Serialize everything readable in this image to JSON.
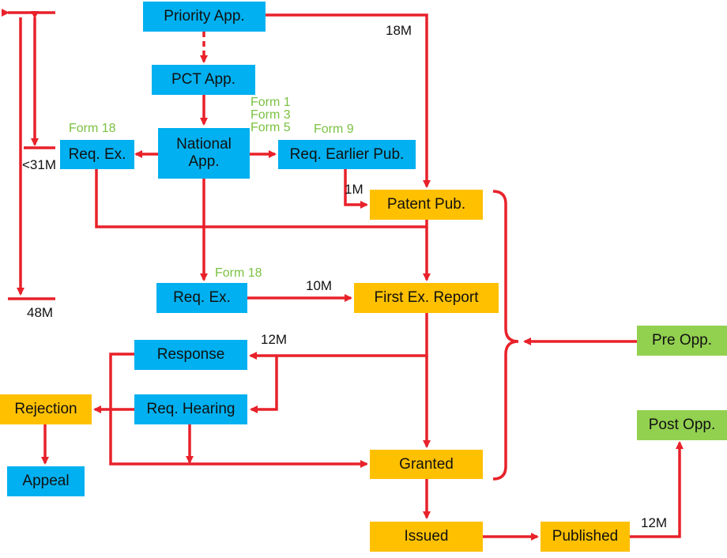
{
  "nodes": {
    "priority_app": "Priority App.",
    "pct_app": "PCT App.",
    "national_app": "National App.",
    "req_ex_top": "Req. Ex.",
    "req_earlier_pub": "Req. Earlier Pub.",
    "patent_pub": "Patent Pub.",
    "req_ex_mid": "Req. Ex.",
    "first_ex_report": "First Ex. Report",
    "response": "Response",
    "req_hearing": "Req. Hearing",
    "rejection": "Rejection",
    "appeal": "Appeal",
    "granted": "Granted",
    "issued": "Issued",
    "published": "Published",
    "pre_opp": "Pre Opp.",
    "post_opp": "Post Opp."
  },
  "forms": {
    "form18_top": "Form 18",
    "form1": "Form 1",
    "form3": "Form 3",
    "form5": "Form 5",
    "form9": "Form 9",
    "form18_mid": "Form 18"
  },
  "durations": {
    "m18": "18M",
    "lt31": "<31M",
    "m48": "48M",
    "m1": "1M",
    "m10": "10M",
    "m12_response": "12M",
    "m12_post": "12M"
  },
  "colors": {
    "arrow": "#E8212A",
    "applicant_step": "#00B0F0",
    "office_step": "#FFC000",
    "opposition_step": "#92D050",
    "form_text": "#7BC142"
  }
}
